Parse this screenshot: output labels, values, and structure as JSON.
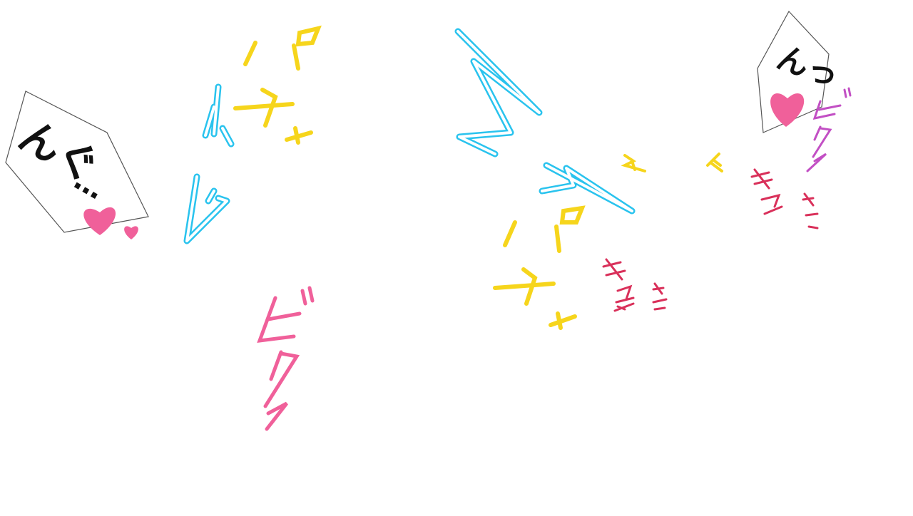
{
  "colors": {
    "background": "#ffffff",
    "cyan": "#29c3ee",
    "yellow": "#f6d51c",
    "pink": "#f0609a",
    "crimson": "#d9305a",
    "magenta": "#c24fc4",
    "black": "#111111",
    "bubble_outline": "#555555"
  },
  "bubbles": {
    "left": {
      "text_a": "んぐ",
      "text_b": "…"
    },
    "right": {
      "text": "んっ"
    }
  },
  "sfx": {
    "pachu": "パチュ",
    "pachu_small_tsu": "ッ",
    "bikku": "ビクッ",
    "kyun": "キュン",
    "nu": "ヌ"
  },
  "icons": [
    "heart-icon",
    "heart-icon-small"
  ]
}
